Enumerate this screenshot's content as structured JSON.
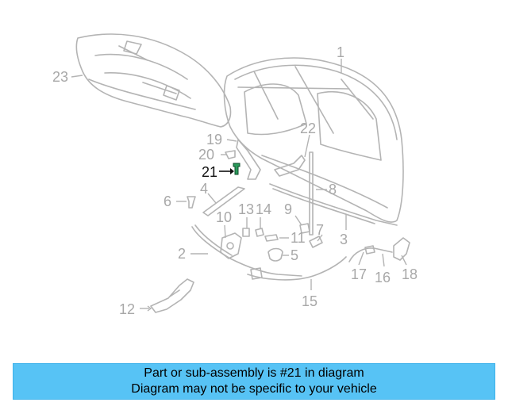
{
  "diagram": {
    "highlighted_part": "21",
    "callouts": [
      "1",
      "2",
      "3",
      "4",
      "5",
      "6",
      "7",
      "8",
      "9",
      "10",
      "11",
      "12",
      "13",
      "14",
      "15",
      "16",
      "17",
      "18",
      "19",
      "20",
      "21",
      "22",
      "23"
    ]
  },
  "banner": {
    "line1": "Part or sub-assembly is #21 in diagram",
    "line2": "Diagram may not be specific to your vehicle",
    "background": "#57c3f5"
  },
  "colors": {
    "part_lines": "#b4b4b4",
    "callout_text": "#a8a8a8",
    "highlight": "#111111",
    "highlight_part": "#2a9a5a"
  }
}
